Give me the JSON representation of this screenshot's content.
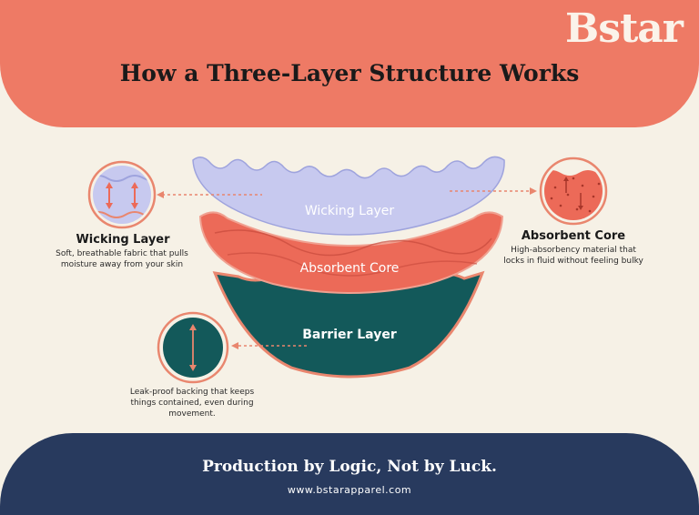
{
  "brand": "Bstar",
  "title": "How a Three-Layer Structure Works",
  "layers": {
    "wicking": {
      "label": "Wicking Layer",
      "title": "Wicking Layer",
      "description": "Soft, breathable fabric that pulls moisture away from your skin",
      "color": "#c7c9ef"
    },
    "absorbent": {
      "label": "Absorbent Core",
      "title": "Absorbent Core",
      "description": "High-absorbency material that locks in fluid without feeling bulky",
      "color": "#ec6a58"
    },
    "barrier": {
      "label": "Barrier Layer",
      "description": "Leak-proof backing that keeps things contained, even during movement.",
      "color": "#13595a"
    }
  },
  "footer": {
    "tagline": "Production by Logic, Not by Luck.",
    "website": "www.bstarapparel.com"
  },
  "colors": {
    "header": "#ee7a65",
    "background": "#f6f1e6",
    "footer": "#283a5e",
    "accent": "#e9866e"
  }
}
